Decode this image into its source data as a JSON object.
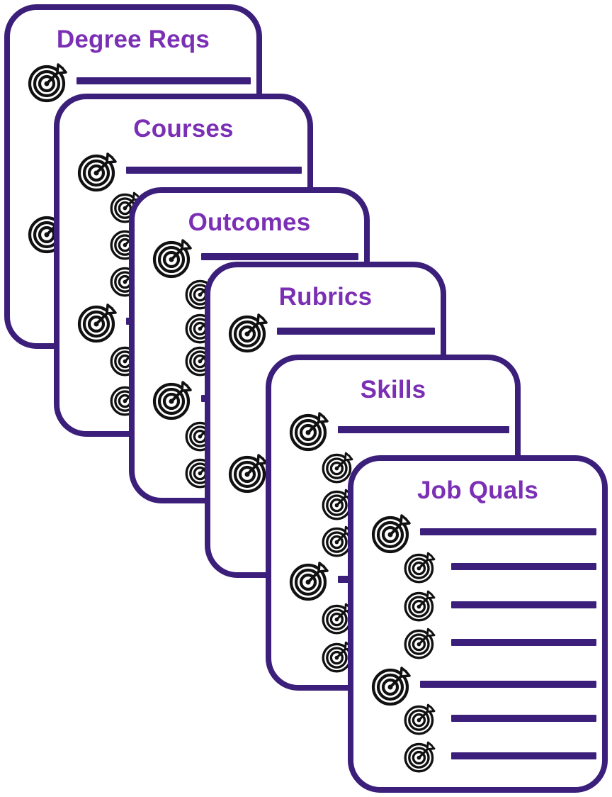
{
  "diagram": {
    "colors": {
      "card_border": "#3b1f7a",
      "title": "#7a2fb5",
      "line": "#3b1f7a",
      "icon": "#111111"
    },
    "icon": "target-with-arrow-icon",
    "cards": [
      {
        "id": "degree-reqs",
        "title": "Degree Reqs"
      },
      {
        "id": "courses",
        "title": "Courses"
      },
      {
        "id": "outcomes",
        "title": "Outcomes"
      },
      {
        "id": "rubrics",
        "title": "Rubrics"
      },
      {
        "id": "skills",
        "title": "Skills"
      },
      {
        "id": "job-quals",
        "title": "Job Quals"
      }
    ]
  }
}
